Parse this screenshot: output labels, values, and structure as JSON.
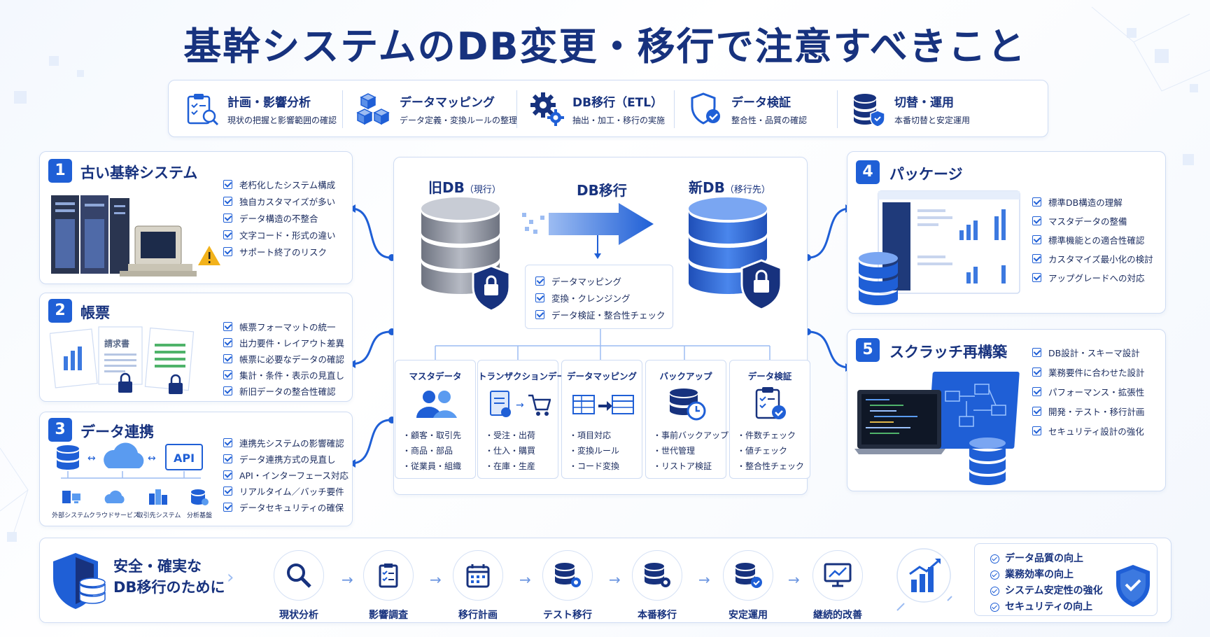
{
  "title": "基幹システムのDB変更・移行で注意すべきこと",
  "steps": [
    {
      "title": "計画・影響分析",
      "desc": "現状の把握と影響範囲の確認",
      "icon": "clipboard-search-icon"
    },
    {
      "title": "データマッピング",
      "desc": "データ定義・変換ルールの整理",
      "icon": "cubes-icon"
    },
    {
      "title": "DB移行（ETL）",
      "desc": "抽出・加工・移行の実施",
      "icon": "gears-icon"
    },
    {
      "title": "データ検証",
      "desc": "整合性・品質の確認",
      "icon": "shield-check-icon"
    },
    {
      "title": "切替・運用",
      "desc": "本番切替と安定運用",
      "icon": "database-shield-icon"
    }
  ],
  "cards": {
    "c1": {
      "num": "1",
      "title": "古い基幹システム",
      "items": [
        "老朽化したシステム構成",
        "独自カスタマイズが多い",
        "データ構造の不整合",
        "文字コード・形式の違い",
        "サポート終了のリスク"
      ]
    },
    "c2": {
      "num": "2",
      "title": "帳票",
      "doc_label": "請求書",
      "items": [
        "帳票フォーマットの統一",
        "出力要件・レイアウト差異",
        "帳票に必要なデータの確認",
        "集計・条件・表示の見直し",
        "新旧データの整合性確認"
      ]
    },
    "c3": {
      "num": "3",
      "title": "データ連携",
      "api_label": "API",
      "items": [
        "連携先システムの影響確認",
        "データ連携方式の見直し",
        "API・インターフェース対応",
        "リアルタイム／バッチ要件",
        "データセキュリティの確保"
      ],
      "systems": [
        "外部システム",
        "クラウドサービス",
        "取引先システム",
        "分析基盤"
      ]
    },
    "c4": {
      "num": "4",
      "title": "パッケージ",
      "items": [
        "標準DB構造の理解",
        "マスタデータの整備",
        "標準機能との適合性確認",
        "カスタマイズ最小化の検討",
        "アップグレードへの対応"
      ]
    },
    "c5": {
      "num": "5",
      "title": "スクラッチ再構築",
      "items": [
        "DB設計・スキーマ設計",
        "業務要件に合わせた設計",
        "パフォーマンス・拡張性",
        "開発・テスト・移行計画",
        "セキュリティ設計の強化"
      ]
    }
  },
  "center": {
    "old_db": "旧DB",
    "old_db_sub": "（現行）",
    "new_db": "新DB",
    "new_db_sub": "（移行先）",
    "migration": "DB移行",
    "migration_items": [
      "データマッピング",
      "変換・クレンジング",
      "データ検証・整合性チェック"
    ],
    "categories": [
      {
        "title": "マスタデータ",
        "items": [
          "・顧客・取引先",
          "・商品・部品",
          "・従業員・組織"
        ]
      },
      {
        "title": "トランザクションデータ",
        "items": [
          "・受注・出荷",
          "・仕入・購買",
          "・在庫・生産"
        ]
      },
      {
        "title": "データマッピング",
        "items": [
          "・項目対応",
          "・変換ルール",
          "・コード変換"
        ]
      },
      {
        "title": "バックアップ",
        "items": [
          "・事前バックアップ",
          "・世代管理",
          "・リストア検証"
        ]
      },
      {
        "title": "データ検証",
        "items": [
          "・件数チェック",
          "・値チェック",
          "・整合性チェック"
        ]
      }
    ]
  },
  "bottom": {
    "headline": [
      "安全・確実な",
      "DB移行のために"
    ],
    "flow": [
      "現状分析",
      "影響調査",
      "移行計画",
      "テスト移行",
      "本番移行",
      "安定運用",
      "継続的改善"
    ],
    "benefits": [
      "データ品質の向上",
      "業務効率の向上",
      "システム安定性の強化",
      "セキュリティの向上"
    ]
  },
  "colors": {
    "primary": "#1f5fd6",
    "navy": "#17327e",
    "border": "#cfdcf3"
  }
}
